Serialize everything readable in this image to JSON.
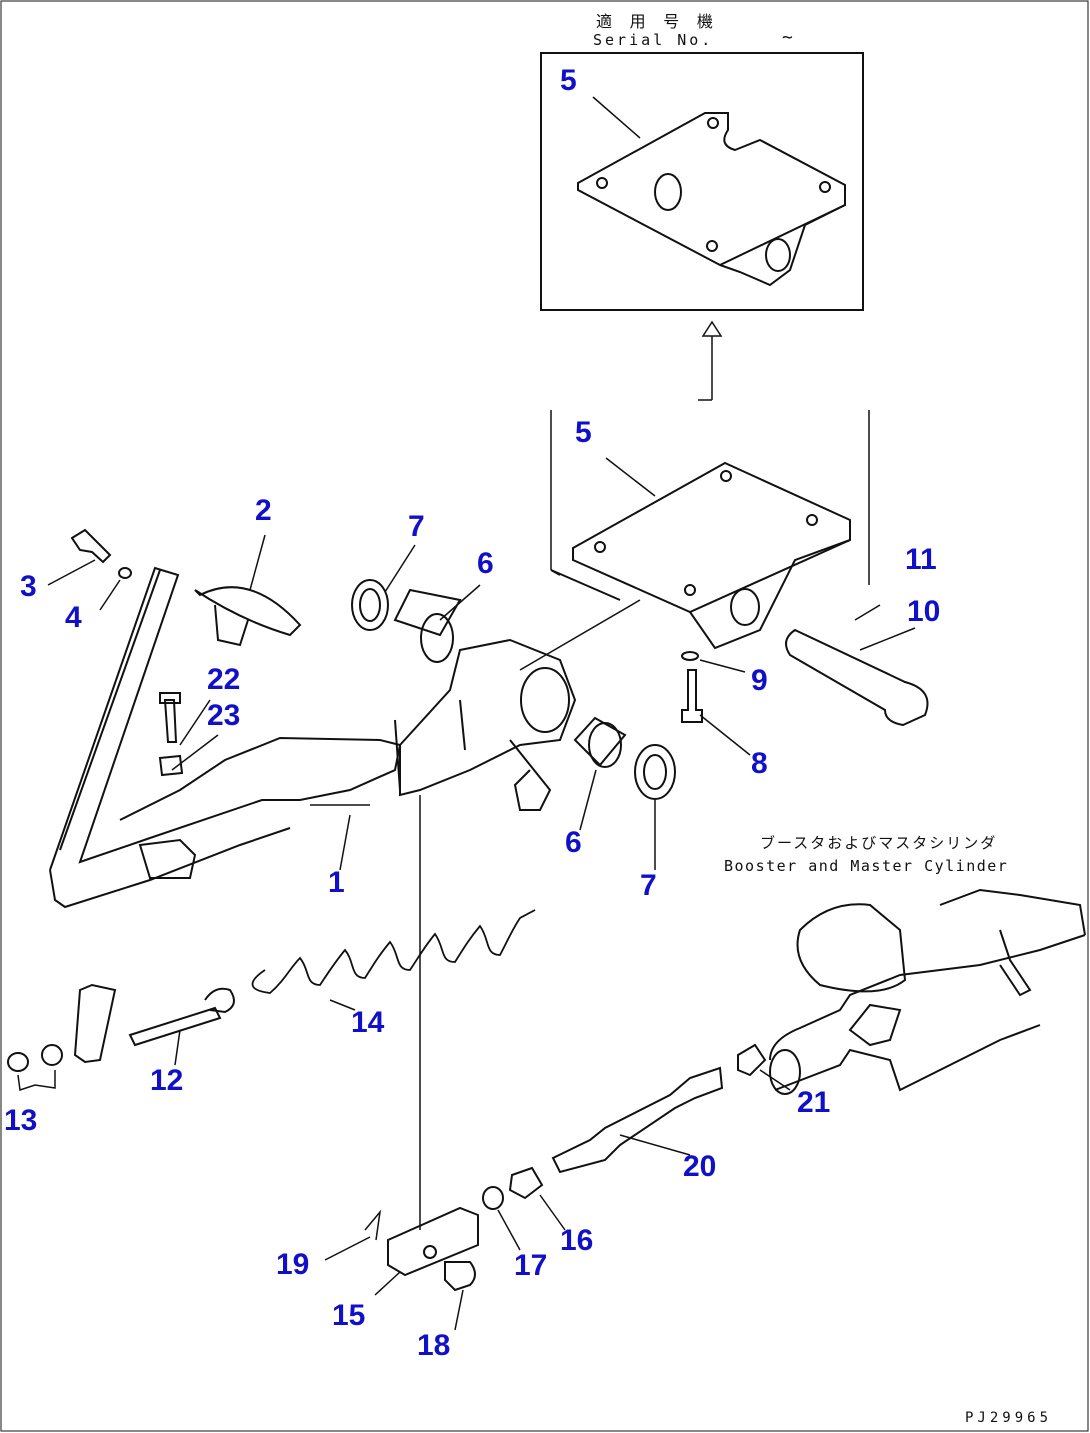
{
  "header": {
    "applicable_model_jp": "適 用 号 機",
    "serial_label": "Serial No.",
    "serial_range": "~"
  },
  "section_label": {
    "jp": "ブースタおよびマスタシリンダ",
    "en": "Booster and Master Cylinder"
  },
  "drawing_code": "PJ29965",
  "callouts": [
    "1",
    "2",
    "3",
    "4",
    "5",
    "6",
    "7",
    "8",
    "9",
    "10",
    "11",
    "12",
    "13",
    "14",
    "15",
    "16",
    "17",
    "18",
    "19",
    "20",
    "21",
    "22",
    "23"
  ],
  "colors": {
    "callout": "#1010c8",
    "line": "#111111"
  }
}
